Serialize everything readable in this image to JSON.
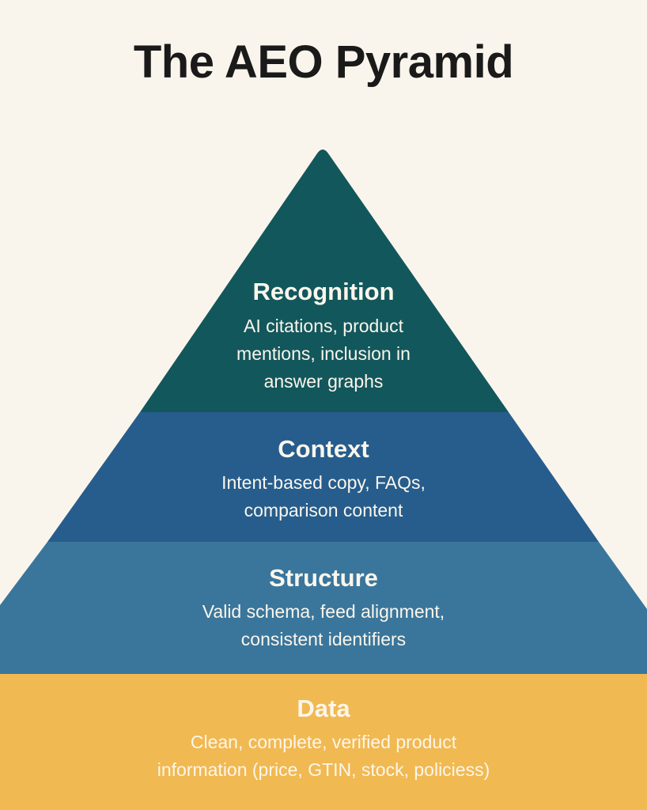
{
  "title": "The AEO Pyramid",
  "colors": {
    "background": "#faf5ec",
    "recognition": "#12575c",
    "context": "#265d8d",
    "structure": "#3a769c",
    "data": "#f1b951",
    "text_light": "#fbf6ec",
    "title_text": "#1a1a1a"
  },
  "layers": [
    {
      "name": "Recognition",
      "description_lines": [
        "AI citations, product",
        "mentions, inclusion in",
        "answer graphs"
      ]
    },
    {
      "name": "Context",
      "description_lines": [
        "Intent-based copy, FAQs,",
        "comparison content"
      ]
    },
    {
      "name": "Structure",
      "description_lines": [
        "Valid schema, feed alignment,",
        "consistent identifiers"
      ]
    },
    {
      "name": "Data",
      "description_lines": [
        "Clean, complete, verified product",
        "information (price, GTIN, stock, policiess)"
      ]
    }
  ]
}
